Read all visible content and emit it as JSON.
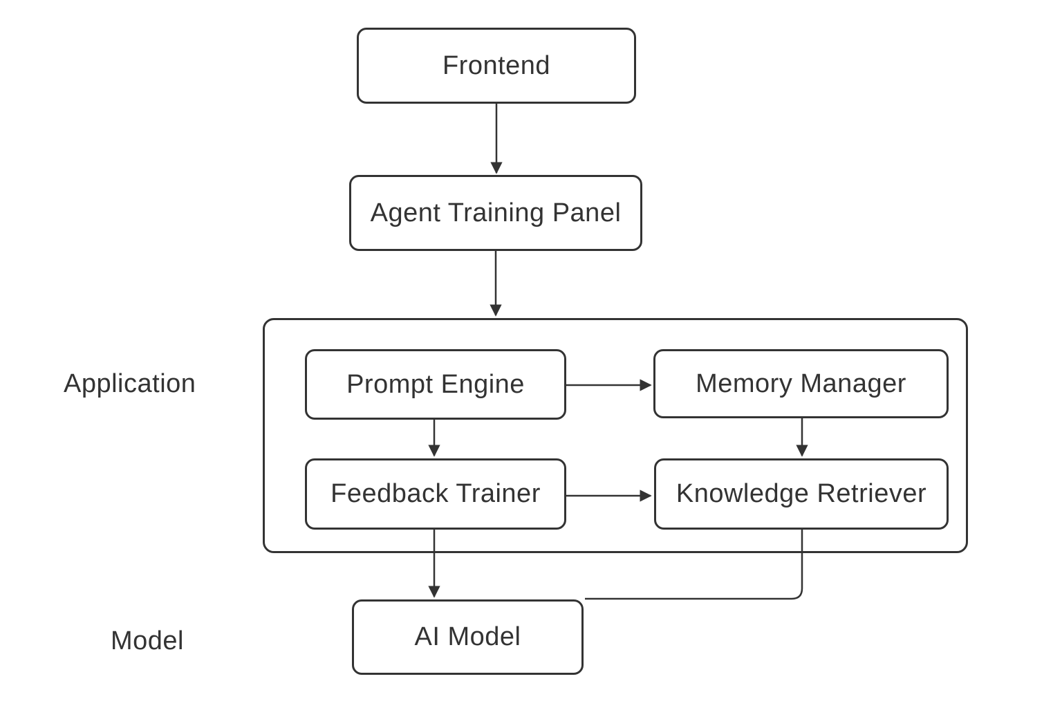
{
  "diagram": {
    "type": "flowchart",
    "background": "#ffffff",
    "stroke_color": "#333333",
    "text_color": "#333333",
    "node_fill": "#ffffff"
  },
  "nodes": {
    "frontend": {
      "label": "Frontend"
    },
    "agent_training_panel": {
      "label": "Agent Training Panel"
    },
    "prompt_engine": {
      "label": "Prompt Engine"
    },
    "memory_manager": {
      "label": "Memory Manager"
    },
    "feedback_trainer": {
      "label": "Feedback Trainer"
    },
    "knowledge_retriever": {
      "label": "Knowledge Retriever"
    },
    "ai_model": {
      "label": "AI Model"
    }
  },
  "groups": {
    "application": {
      "label": "Application"
    },
    "model": {
      "label": "Model"
    }
  },
  "edges": [
    {
      "from": "Frontend",
      "to": "Agent Training Panel",
      "arrow": true
    },
    {
      "from": "Agent Training Panel",
      "to": "Application",
      "arrow": true
    },
    {
      "from": "Prompt Engine",
      "to": "Memory Manager",
      "arrow": true
    },
    {
      "from": "Prompt Engine",
      "to": "Feedback Trainer",
      "arrow": true
    },
    {
      "from": "Memory Manager",
      "to": "Knowledge Retriever",
      "arrow": true
    },
    {
      "from": "Feedback Trainer",
      "to": "Knowledge Retriever",
      "arrow": true
    },
    {
      "from": "Feedback Trainer",
      "to": "AI Model",
      "arrow": true
    },
    {
      "from": "Knowledge Retriever",
      "to": "AI Model",
      "arrow": false
    }
  ]
}
